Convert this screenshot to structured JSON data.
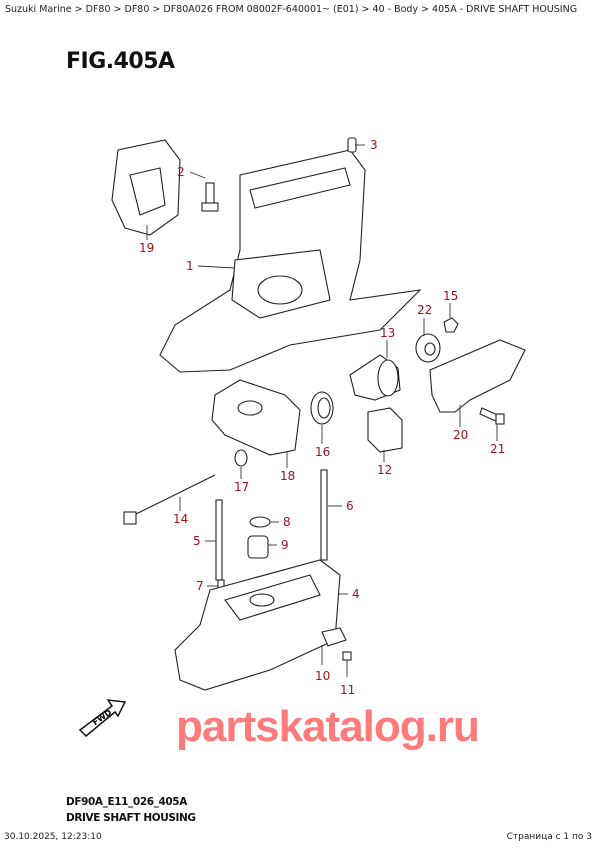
{
  "breadcrumb": "Suzuki Marine > DF80 > DF80 > DF80A026 FROM 08002F-640001~ (E01) > 40 - Body > 405A - DRIVE SHAFT HOUSING",
  "figure_title": "FIG.405A",
  "callouts": [
    "1",
    "2",
    "3",
    "4",
    "5",
    "6",
    "7",
    "8",
    "9",
    "10",
    "11",
    "12",
    "13",
    "14",
    "15",
    "16",
    "17",
    "18",
    "19",
    "20",
    "21",
    "22"
  ],
  "fwd_label": "FWD",
  "watermark": "partskatalog.ru",
  "diagram_code": "DF90A_E11_026_405A",
  "diagram_subtitle": "DRIVE SHAFT HOUSING",
  "footer": {
    "timestamp": "30.10.2025, 12:23:10",
    "page": "Страница с 1 по 3"
  },
  "colors": {
    "callout": "#a0141e",
    "watermark": "#ff4646"
  }
}
